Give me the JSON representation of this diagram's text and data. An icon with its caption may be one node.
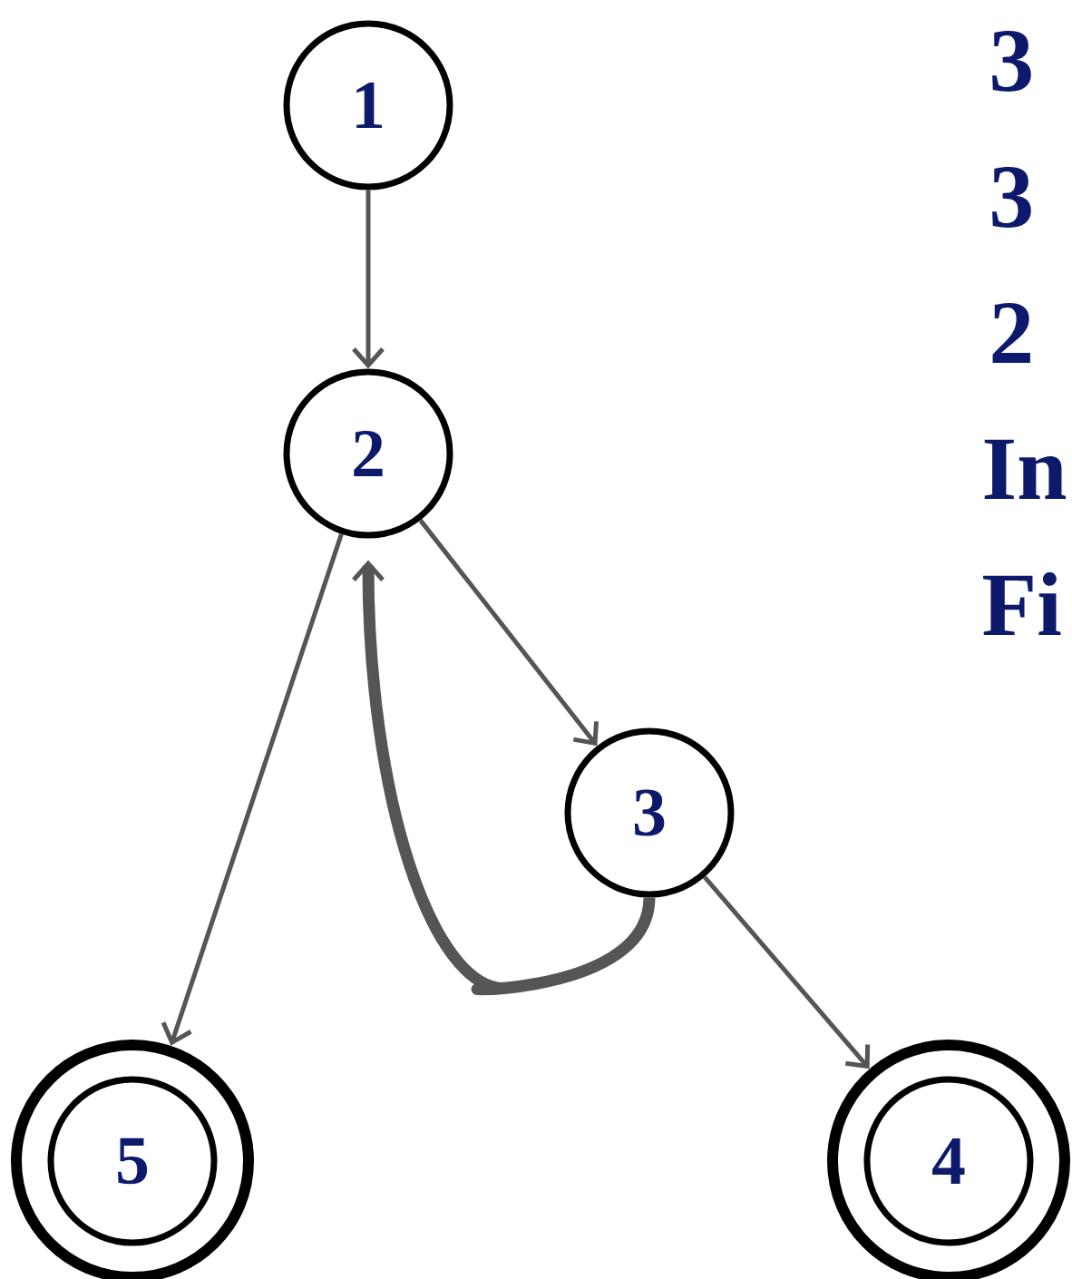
{
  "diagram": {
    "nodes": [
      {
        "text": [
          "1"
        ]
      },
      {
        "text": [
          "2"
        ]
      },
      {
        "text": [
          "3"
        ]
      },
      {
        "text": [],
        "shape": "circle"
      },
      {
        "text": [
          "5"
        ],
        "in": 3
      },
      {
        "text": [],
        "shape": "circle"
      },
      {
        "text": [
          "4"
        ],
        "in": 5
      }
    ],
    "edges": [
      {
        "from": 0,
        "to": 1,
        "arrow": "to"
      },
      {
        "from": 1,
        "to": 2,
        "arrow": "to"
      },
      {
        "from": 2,
        "to": 1,
        "arrow": "to",
        "style": "thick"
      },
      {
        "from": 1,
        "to": 3,
        "arrow": "to"
      },
      {
        "from": 2,
        "to": 5,
        "arrow": "to"
      }
    ],
    "labels": [
      "3",
      "3",
      "2",
      "In",
      "Fi"
    ]
  }
}
